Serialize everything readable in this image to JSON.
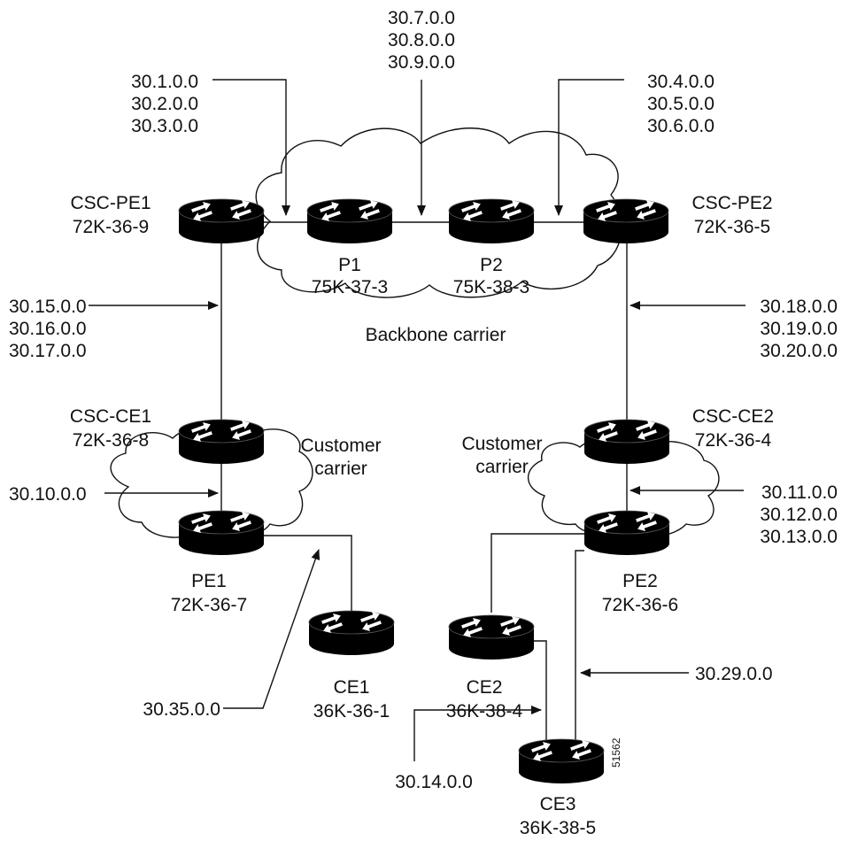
{
  "colors": {
    "line": "#111111",
    "router_body": "#000000",
    "router_arrow": "#ffffff",
    "background": "#ffffff"
  },
  "routers": [
    {
      "key": "csc_pe1",
      "icon": "router-icon",
      "name": "CSC-PE1",
      "id": "72K-36-9"
    },
    {
      "key": "p1",
      "icon": "router-icon",
      "name": "P1",
      "id": "75K-37-3"
    },
    {
      "key": "p2",
      "icon": "router-icon",
      "name": "P2",
      "id": "75K-38-3"
    },
    {
      "key": "csc_pe2",
      "icon": "router-icon",
      "name": "CSC-PE2",
      "id": "72K-36-5"
    },
    {
      "key": "csc_ce1",
      "icon": "router-icon",
      "name": "CSC-CE1",
      "id": "72K-36-8"
    },
    {
      "key": "pe1",
      "icon": "router-icon",
      "name": "PE1",
      "id": "72K-36-7"
    },
    {
      "key": "ce1",
      "icon": "router-icon",
      "name": "CE1",
      "id": "36K-36-1"
    },
    {
      "key": "csc_ce2",
      "icon": "router-icon",
      "name": "CSC-CE2",
      "id": "72K-36-4"
    },
    {
      "key": "pe2",
      "icon": "router-icon",
      "name": "PE2",
      "id": "72K-36-6"
    },
    {
      "key": "ce2",
      "icon": "router-icon",
      "name": "CE2",
      "id": "36K-38-4"
    },
    {
      "key": "ce3",
      "icon": "router-icon",
      "name": "CE3",
      "id": "36K-38-5"
    }
  ],
  "clouds": {
    "backbone": {
      "line1": "Backbone carrier"
    },
    "customer_left": {
      "line1": "Customer",
      "line2": "carrier"
    },
    "customer_right": {
      "line1": "Customer",
      "line2": "carrier"
    }
  },
  "networks": {
    "a": [
      "30.1.0.0",
      "30.2.0.0",
      "30.3.0.0"
    ],
    "b": [
      "30.7.0.0",
      "30.8.0.0",
      "30.9.0.0"
    ],
    "c": [
      "30.4.0.0",
      "30.5.0.0",
      "30.6.0.0"
    ],
    "d": [
      "30.15.0.0",
      "30.16.0.0",
      "30.17.0.0"
    ],
    "e": [
      "30.18.0.0",
      "30.19.0.0",
      "30.20.0.0"
    ],
    "f": [
      "30.10.0.0"
    ],
    "g": [
      "30.11.0.0",
      "30.12.0.0",
      "30.13.0.0"
    ],
    "h": [
      "30.35.0.0"
    ],
    "i": [
      "30.29.0.0"
    ],
    "j": [
      "30.14.0.0"
    ]
  },
  "figure_id": "51562"
}
